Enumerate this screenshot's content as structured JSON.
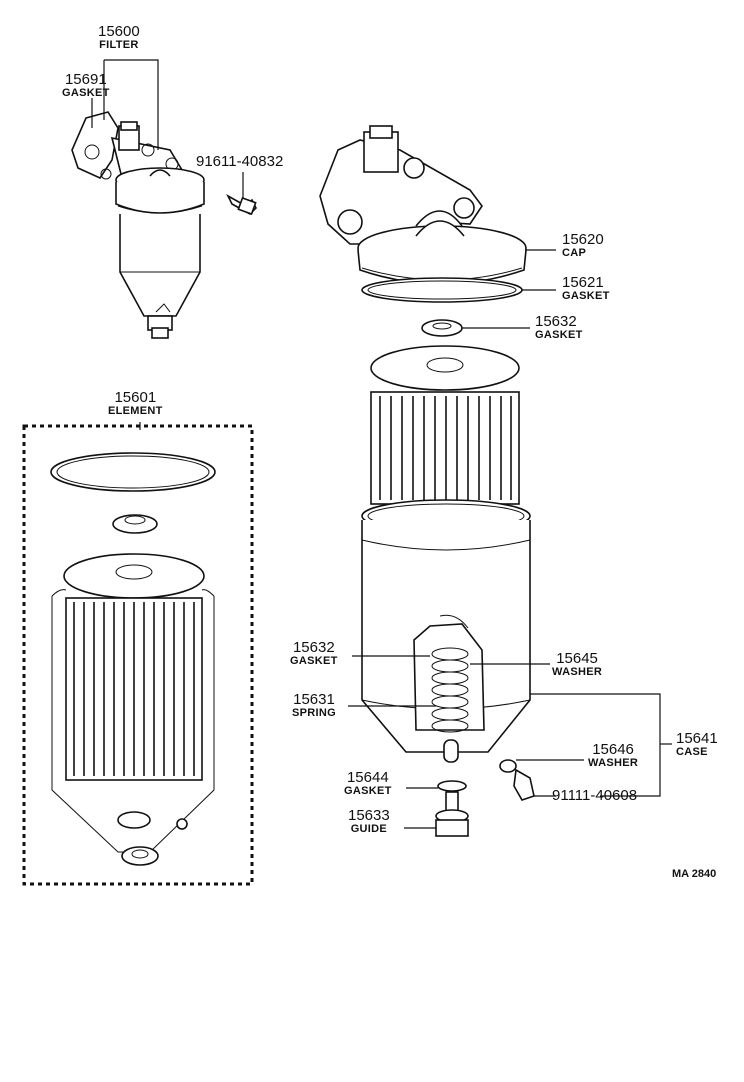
{
  "diagram_ref": "MA 2840",
  "callouts": {
    "c15600": {
      "number": "15600",
      "name": "FILTER"
    },
    "c15691": {
      "number": "15691",
      "name": "GASKET"
    },
    "c91611": {
      "number": "91611-40832",
      "name": ""
    },
    "c15601": {
      "number": "15601",
      "name": "ELEMENT"
    },
    "c15620": {
      "number": "15620",
      "name": "CAP"
    },
    "c15621": {
      "number": "15621",
      "name": "GASKET"
    },
    "c15632a": {
      "number": "15632",
      "name": "GASKET"
    },
    "c15632b": {
      "number": "15632",
      "name": "GASKET"
    },
    "c15645": {
      "number": "15645",
      "name": "WASHER"
    },
    "c15631": {
      "number": "15631",
      "name": "SPRING"
    },
    "c15641": {
      "number": "15641",
      "name": "CASE"
    },
    "c15646": {
      "number": "15646",
      "name": "WASHER"
    },
    "c15644": {
      "number": "15644",
      "name": "GASKET"
    },
    "c91111": {
      "number": "91111-40608",
      "name": ""
    },
    "c15633": {
      "number": "15633",
      "name": "GUIDE"
    }
  }
}
